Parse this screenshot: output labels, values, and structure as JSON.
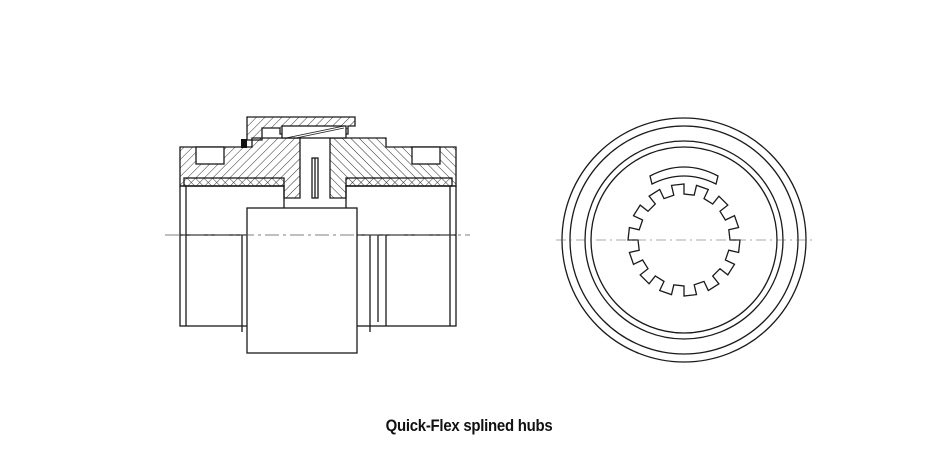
{
  "caption": "Quick-Flex splined hubs",
  "colors": {
    "line": "#1a1a1a",
    "hatch": "#333333",
    "centerline": "#555555",
    "background": "#ffffff"
  },
  "views": [
    {
      "name": "side-section-view"
    },
    {
      "name": "end-view-splined-bore"
    }
  ]
}
